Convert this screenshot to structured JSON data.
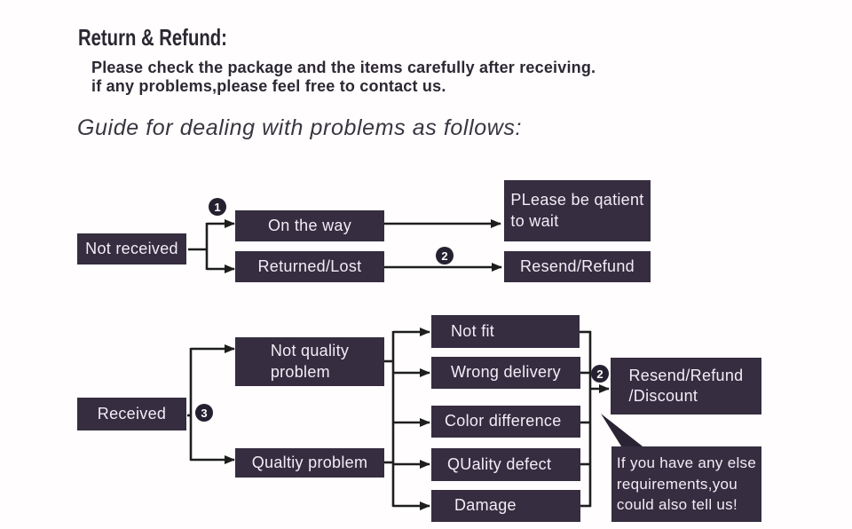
{
  "header": {
    "title": "Return & Refund:",
    "note": "Please check the package and the items carefully after receiving.\nif any problems,please feel free to contact us.",
    "guide_heading": "Guide for dealing with problems as follows:"
  },
  "colors": {
    "background": "#fffdfe",
    "box_bg": "#362d40",
    "box_text": "#f2edf6",
    "line": "#1e1e1e",
    "badge_bg": "#262130"
  },
  "flow": {
    "nodes": {
      "not_received": "Not received",
      "on_the_way": "On the way",
      "returned_lost": "Returned/Lost",
      "please_wait": "PLease be qatient\nto wait",
      "resend_refund": "Resend/Refund",
      "received": "Received",
      "not_quality_problem": "Not quality\nproblem",
      "quality_problem": "Qualtiy problem",
      "not_fit": "Not fit",
      "wrong_delivery": "Wrong delivery",
      "color_difference": "Color difference",
      "quality_defect": "QUality defect",
      "damage": "Damage",
      "resend_refund_discount": "Resend/Refund\n/Discount",
      "else_note": "If you have any else\nrequirements,you\ncould also tell us!"
    },
    "badges": {
      "step1": "1",
      "step2a": "2",
      "step3": "3",
      "step2b": "2"
    }
  }
}
